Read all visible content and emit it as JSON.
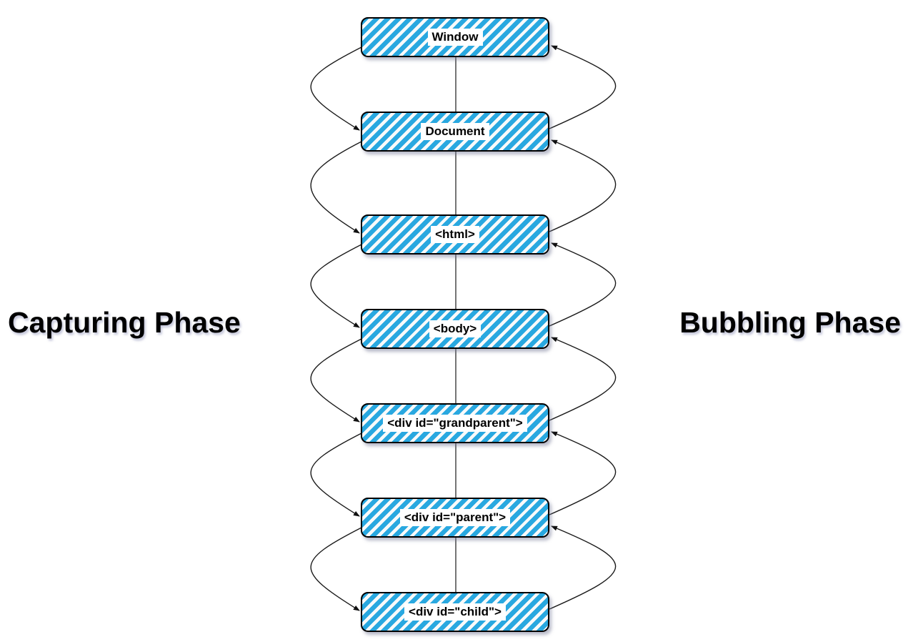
{
  "titles": {
    "left": "Capturing Phase",
    "right": "Bubbling Phase"
  },
  "nodes": [
    {
      "label": "Window"
    },
    {
      "label": "Document"
    },
    {
      "label": "<html>"
    },
    {
      "label": "<body>"
    },
    {
      "label": "<div id=\"grandparent\">"
    },
    {
      "label": "<div id=\"parent\">"
    },
    {
      "label": "<div id=\"child\">"
    }
  ],
  "colors": {
    "stripe": "#29a8e0",
    "node_border": "#000000",
    "label_background": "#ffffff",
    "arrow": "#1a1a1a",
    "title_text": "#000000"
  }
}
